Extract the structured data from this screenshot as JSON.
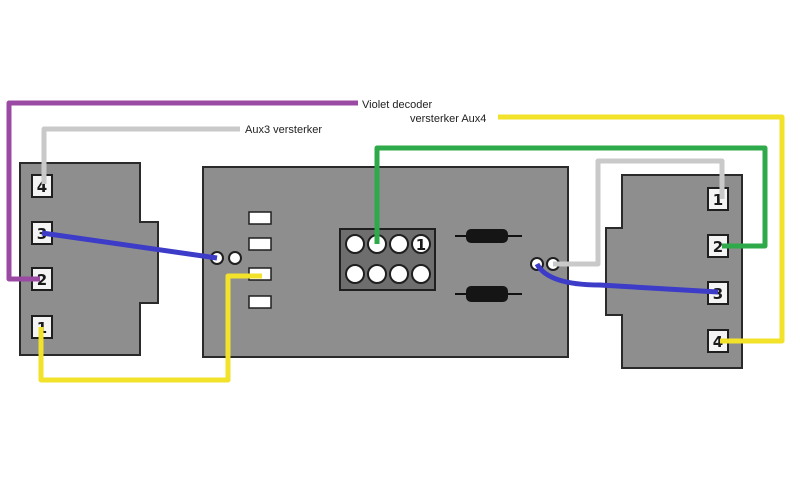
{
  "labels": {
    "violet": "Violet decoder",
    "aux4": "versterker Aux4",
    "aux3": "Aux3 versterker"
  },
  "left_connector": {
    "pins": [
      "4",
      "3",
      "2",
      "1"
    ]
  },
  "right_connector": {
    "pins": [
      "1",
      "2",
      "3",
      "4"
    ]
  },
  "socket": {
    "marker": "1"
  },
  "colors": {
    "violet": "#9b4aa4",
    "grey": "#c9c9c9",
    "blue": "#3c3cc8",
    "yellow": "#f2e22a",
    "green": "#2faa4a",
    "board": "#8e8e8e"
  }
}
